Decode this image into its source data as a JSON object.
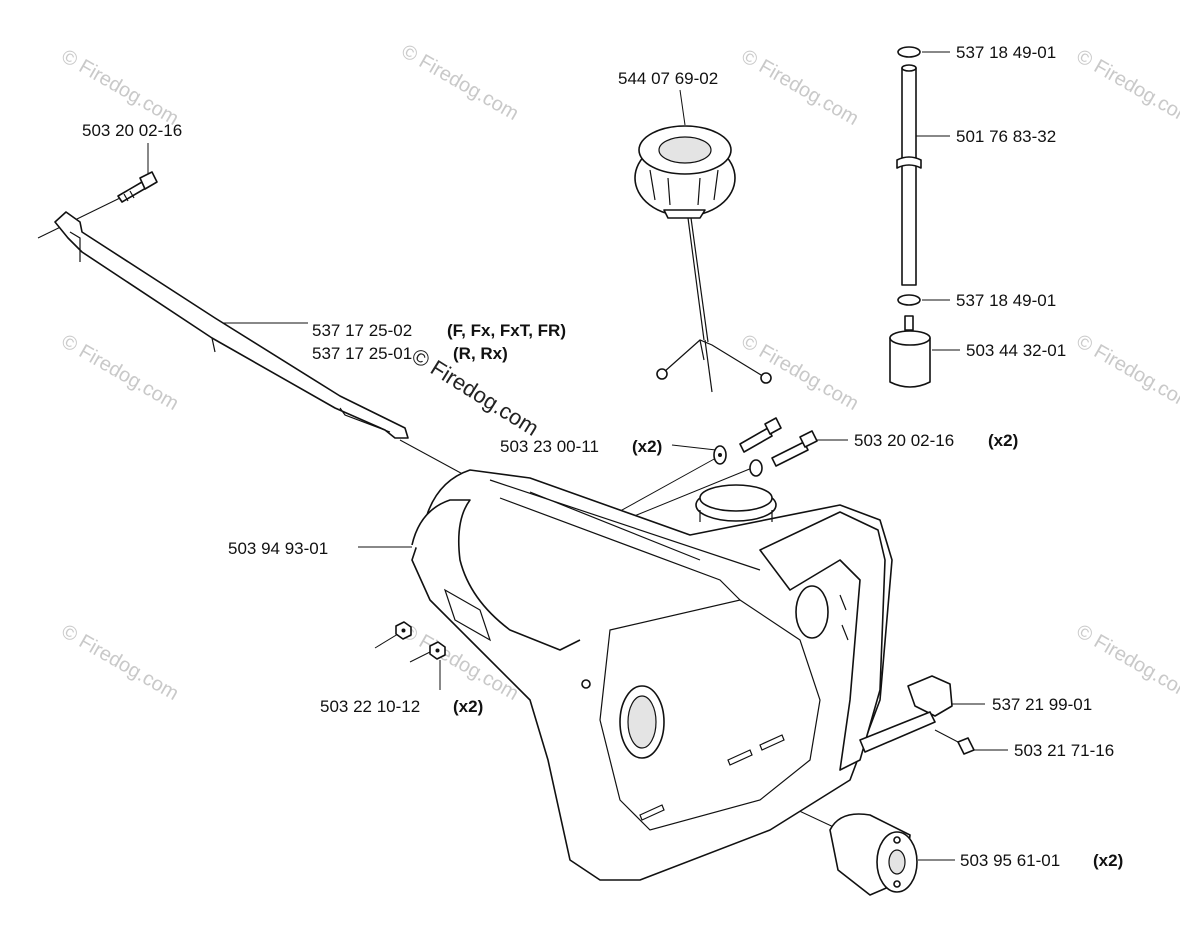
{
  "watermark": {
    "text": "© Firedog.com",
    "center_text": "© Firedog.com"
  },
  "callouts": [
    {
      "id": "handle-bolt",
      "part_number": "503 20 02-16",
      "note": ""
    },
    {
      "id": "tank-cap",
      "part_number": "544 07 69-02",
      "note": ""
    },
    {
      "id": "oring-top",
      "part_number": "537 18 49-01",
      "note": ""
    },
    {
      "id": "fuel-hose",
      "part_number": "501 76 83-32",
      "note": ""
    },
    {
      "id": "oring-bottom",
      "part_number": "537 18 49-01",
      "note": ""
    },
    {
      "id": "fuel-filter",
      "part_number": "503 44 32-01",
      "note": ""
    },
    {
      "id": "cover-a",
      "part_number": "537 17 25-02",
      "note": "(F, Fx, FxT, FR)"
    },
    {
      "id": "cover-b",
      "part_number": "537 17 25-01",
      "note": "(R, Rx)"
    },
    {
      "id": "washer",
      "part_number": "503 23 00-11",
      "note": "(x2)"
    },
    {
      "id": "tank-bolts",
      "part_number": "503 20 02-16",
      "note": "(x2)"
    },
    {
      "id": "fuel-tank",
      "part_number": "503 94 93-01",
      "note": ""
    },
    {
      "id": "nuts",
      "part_number": "503 22 10-12",
      "note": "(x2)"
    },
    {
      "id": "bracket",
      "part_number": "537 21 99-01",
      "note": ""
    },
    {
      "id": "bracket-screw",
      "part_number": "503 21 71-16",
      "note": ""
    },
    {
      "id": "damper",
      "part_number": "503 95 61-01",
      "note": "(x2)"
    }
  ]
}
